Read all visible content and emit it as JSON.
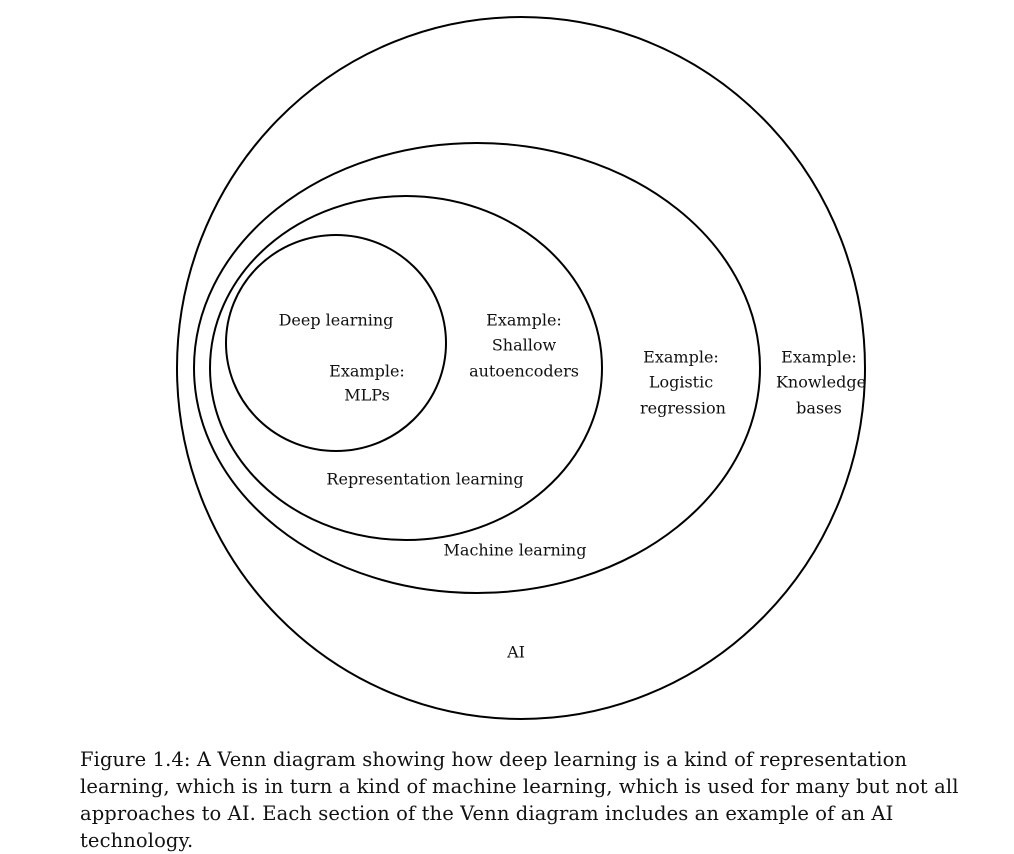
{
  "diagram": {
    "sets": [
      {
        "id": "ai",
        "label": "AI",
        "example": [
          "Example:",
          "Knowledge",
          "bases"
        ]
      },
      {
        "id": "machine-learning",
        "label": "Machine learning",
        "example": [
          "Example:",
          "Logistic",
          "regression"
        ]
      },
      {
        "id": "representation-learning",
        "label": "Representation learning",
        "example": [
          "Example:",
          "Shallow",
          "autoencoders"
        ]
      },
      {
        "id": "deep-learning",
        "label": "Deep learning",
        "example": [
          "Example:",
          "MLPs"
        ]
      }
    ]
  },
  "caption": "Figure 1.4: A Venn diagram showing how deep learning is a kind of representation learning, which is in turn a kind of machine learning, which is used for many but not all approaches to AI. Each section of the Venn diagram includes an example of an AI technology."
}
